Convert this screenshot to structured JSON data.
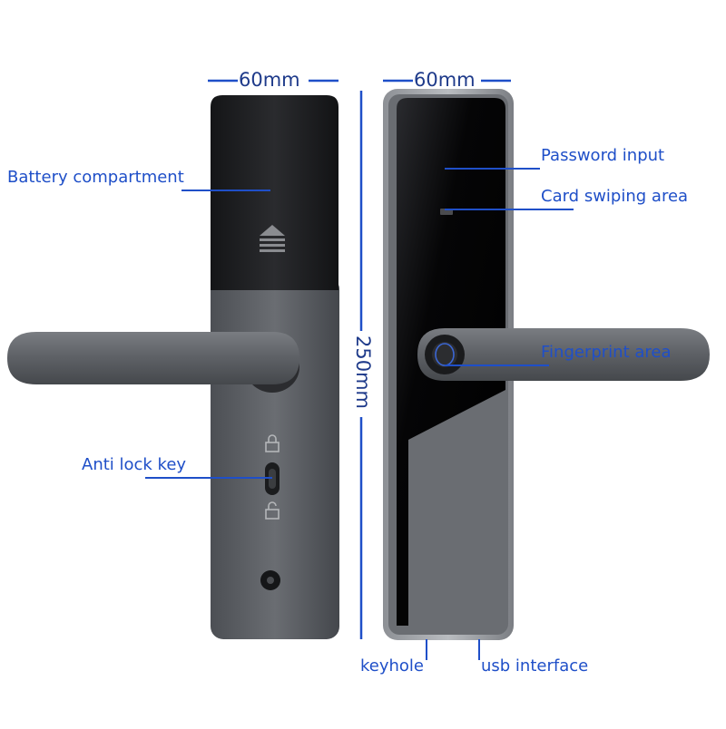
{
  "dimensions": {
    "left_width": "60mm",
    "right_width": "60mm",
    "height": "250mm"
  },
  "labels": {
    "battery": "Battery compartment",
    "anti_lock": "Anti lock key",
    "password": "Password input",
    "card": "Card swiping area",
    "fingerprint": "Fingerprint area",
    "keyhole": "keyhole",
    "usb": "usb interface"
  },
  "colors": {
    "label_text": "#1f4fc8",
    "dimension_text": "#1e3a8a",
    "leader_line": "#1f4fc8",
    "dimension_line": "#1f4fc8",
    "lock_body": "#5b5e63",
    "battery_cap": "#1c1d20",
    "glass_panel": "#0b0b0d",
    "handle": "#5f6267"
  }
}
